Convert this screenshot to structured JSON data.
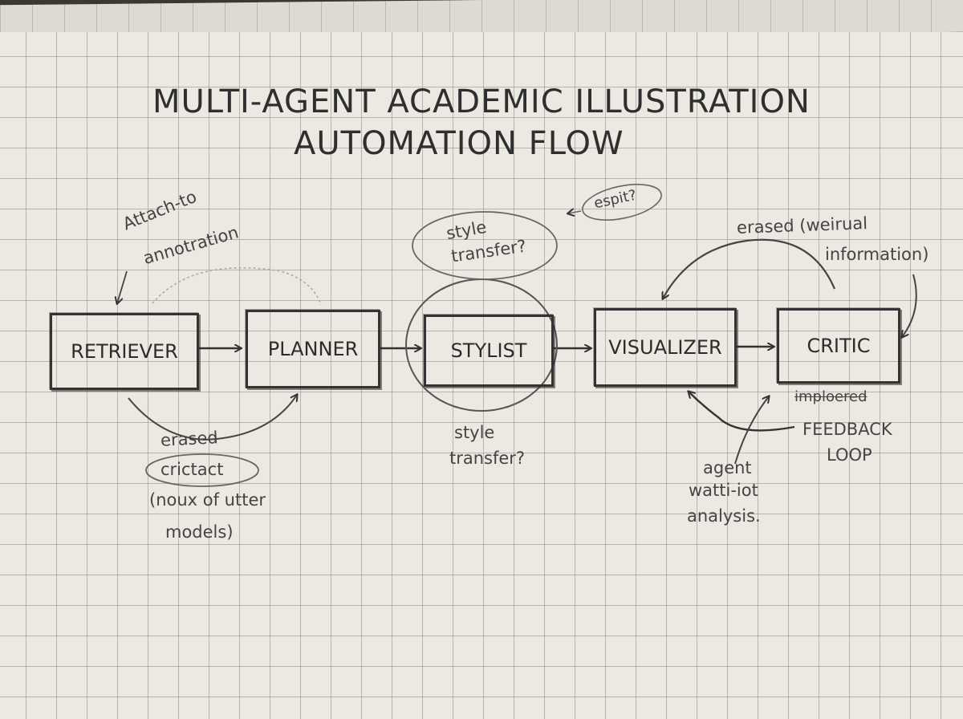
{
  "title": {
    "line1": "MULTI-AGENT ACADEMIC ILLUSTRATION",
    "line2": "AUTOMATION FLOW"
  },
  "nodes": [
    {
      "id": "retriever",
      "label": "RETRIEVER"
    },
    {
      "id": "planner",
      "label": "PLANNER"
    },
    {
      "id": "stylist",
      "label": "STYLIST"
    },
    {
      "id": "visualizer",
      "label": "VISUALIZER"
    },
    {
      "id": "critic",
      "label": "CRITIC"
    }
  ],
  "annotations": {
    "attach_line1": "Attach-to",
    "attach_line2": "annotration",
    "style_transfer_top_line1": "style",
    "style_transfer_top_line2": "transfer?",
    "espit": "espit?",
    "erased_info_line1": "erased (weirual",
    "erased_info_line2": "information)",
    "erased_artifact_line1": "erased",
    "erased_artifact_line2": "crictact",
    "erased_artifact_line3": "(noux of utter",
    "erased_artifact_line4": "models)",
    "style_transfer_bottom_line1": "style",
    "style_transfer_bottom_line2": "transfer?",
    "agent_line1": "agent",
    "agent_line2": "watti-iot",
    "agent_line3": "analysis.",
    "struck": "imploered",
    "feedback_line1": "FEEDBACK",
    "feedback_line2": "LOOP"
  }
}
